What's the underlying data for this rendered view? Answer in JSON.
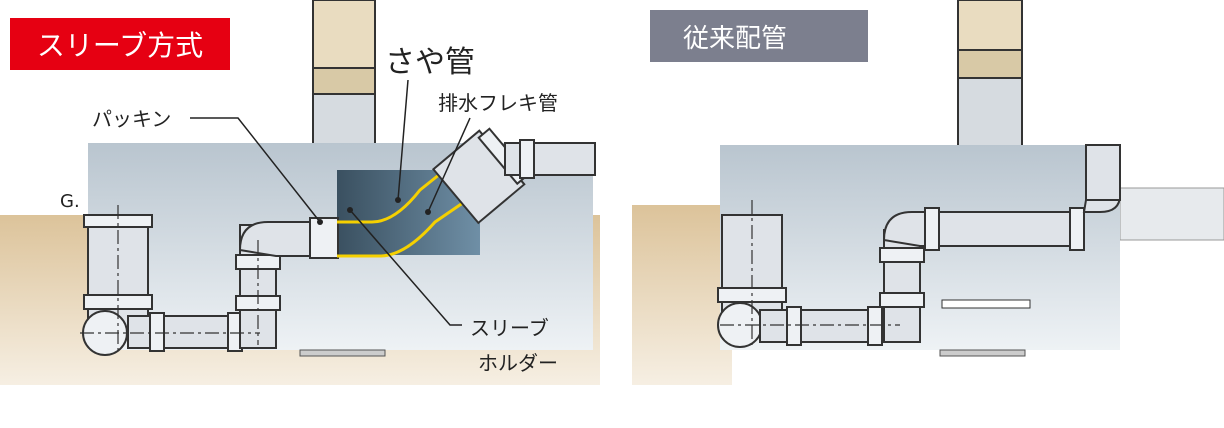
{
  "left_panel": {
    "title": "スリーブ方式",
    "labels": {
      "sheath_pipe": "さや管",
      "packing": "パッキン",
      "flex_pipe": "排水フレキ管",
      "ground_level": "G.",
      "sleeve_holder_line1": "スリーブ",
      "sleeve_holder_line2": "ホルダー"
    }
  },
  "right_panel": {
    "title": "従来配管"
  },
  "colors": {
    "red_label": "#e60012",
    "grey_label": "#7c7f8e",
    "ground": "#e3cfae",
    "concrete": "#c9d3dc",
    "flex_line": "#f5d000"
  }
}
